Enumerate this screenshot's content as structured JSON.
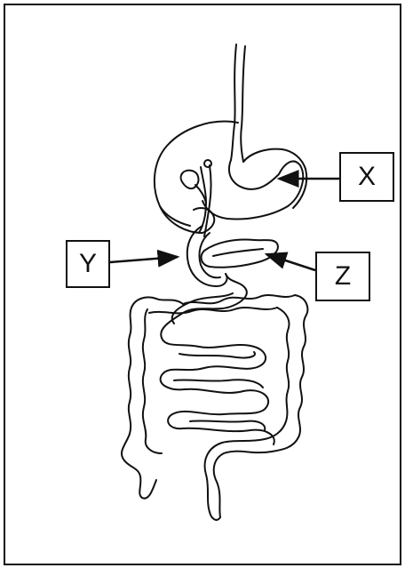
{
  "labels": {
    "x": "X",
    "y": "Y",
    "z": "Z"
  },
  "colors": {
    "line": "#111111",
    "background": "#ffffff"
  }
}
